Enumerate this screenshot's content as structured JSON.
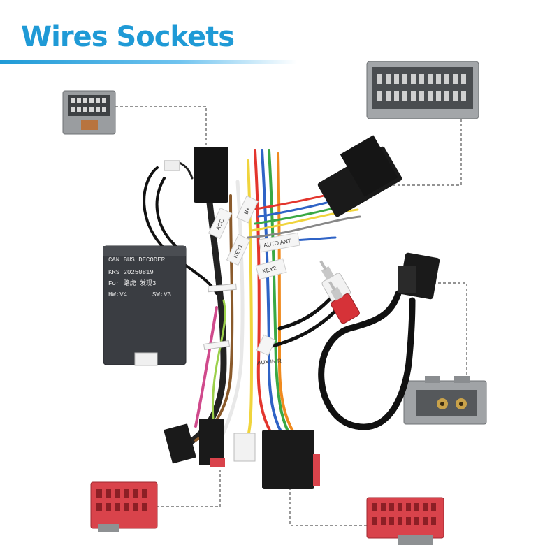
{
  "header": {
    "title": "Wires Sockets"
  },
  "decoder": {
    "line1": "CAN BUS DECODER",
    "line2": "KRS 20250819",
    "line3": "For 路虎 发现3",
    "hw": "HW:V4",
    "sw": "SW:V3"
  },
  "tags": {
    "acc": "ACC",
    "b_plus": "B+",
    "key1": "KEY1",
    "auto_ant": "AUTO ANT",
    "key2": "KEY2",
    "aux_in_r": "AUX IN R"
  },
  "colors": {
    "accent": "#1f9ad6",
    "red_connector": "#d9434b",
    "decoder_body": "#3a3d42"
  }
}
